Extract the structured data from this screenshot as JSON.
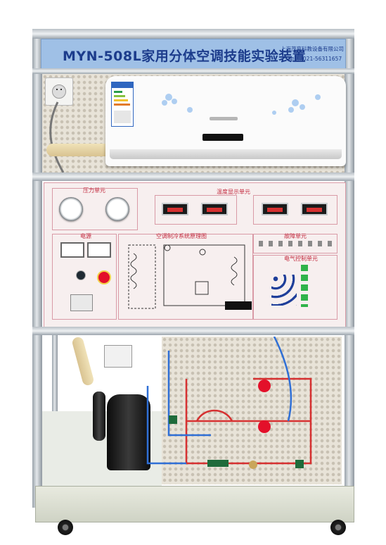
{
  "banner": {
    "title": "MYN-508L家用分体空调技能实验装置",
    "company": "上海茂育科教设备有限公司",
    "phone": "电话: 021-56311657"
  },
  "panel": {
    "pressure_unit": "压力单元",
    "temperature_unit": "温度显示单元",
    "fault_unit": "故障单元",
    "power": "电源",
    "schematic": "空调制冷系统原理图",
    "electrical_unit": "电气控制单元"
  },
  "colors": {
    "banner_blue": "#9fc0e6",
    "title_navy": "#1c3c8c",
    "panel_pink": "#f7efef",
    "accent_red": "#d63131",
    "pipe_blue": "#2f6fd6",
    "valve_red": "#e3102a"
  },
  "icons": [
    "power-socket-icon",
    "pressure-gauge-icon",
    "voltmeter-icon",
    "emergency-stop-icon",
    "caster-wheel-icon"
  ]
}
